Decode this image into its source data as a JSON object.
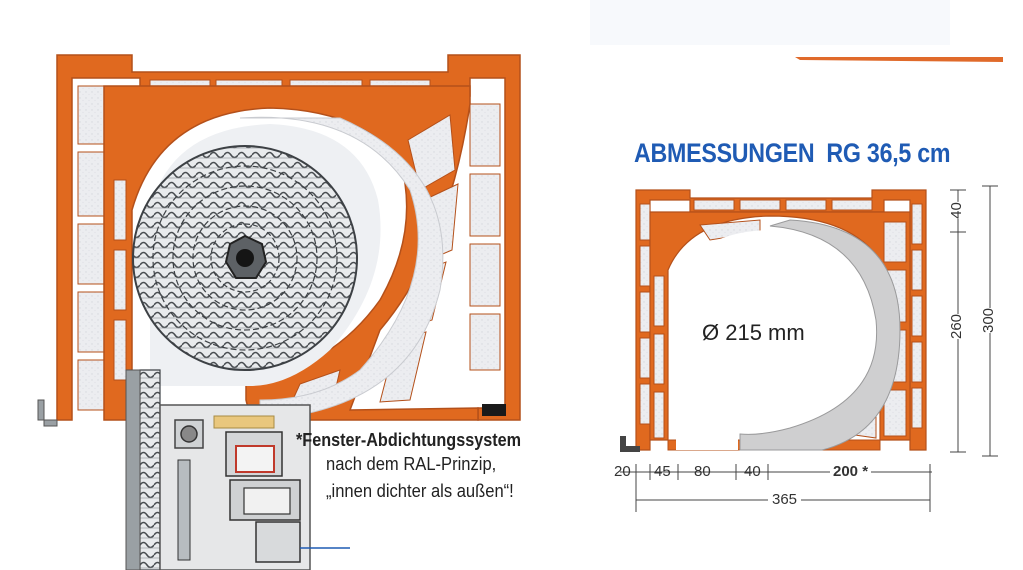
{
  "diagram": {
    "title_main": "ABMESSUNGEN",
    "title_model": "RG 36,5 cm",
    "diameter_label": "Ø 215 mm",
    "note": {
      "line1": "*Fenster-Abdichtungssystem",
      "line2": "nach dem RAL-Prinzip,",
      "line3": "„innen dichter als außen“!"
    },
    "dimensions": {
      "bottom_row": [
        "20",
        "45",
        "80",
        "40",
        "200 *"
      ],
      "bottom_total": "365",
      "vertical_top": "40",
      "vertical_inner": "260",
      "vertical_total": "300"
    },
    "colors": {
      "brick": "#e0691f",
      "brick_dark": "#b4501a",
      "insulation": "#ecedf0",
      "title_blue": "#1f5bb4",
      "gray_liner": "#cfcfd0"
    }
  }
}
